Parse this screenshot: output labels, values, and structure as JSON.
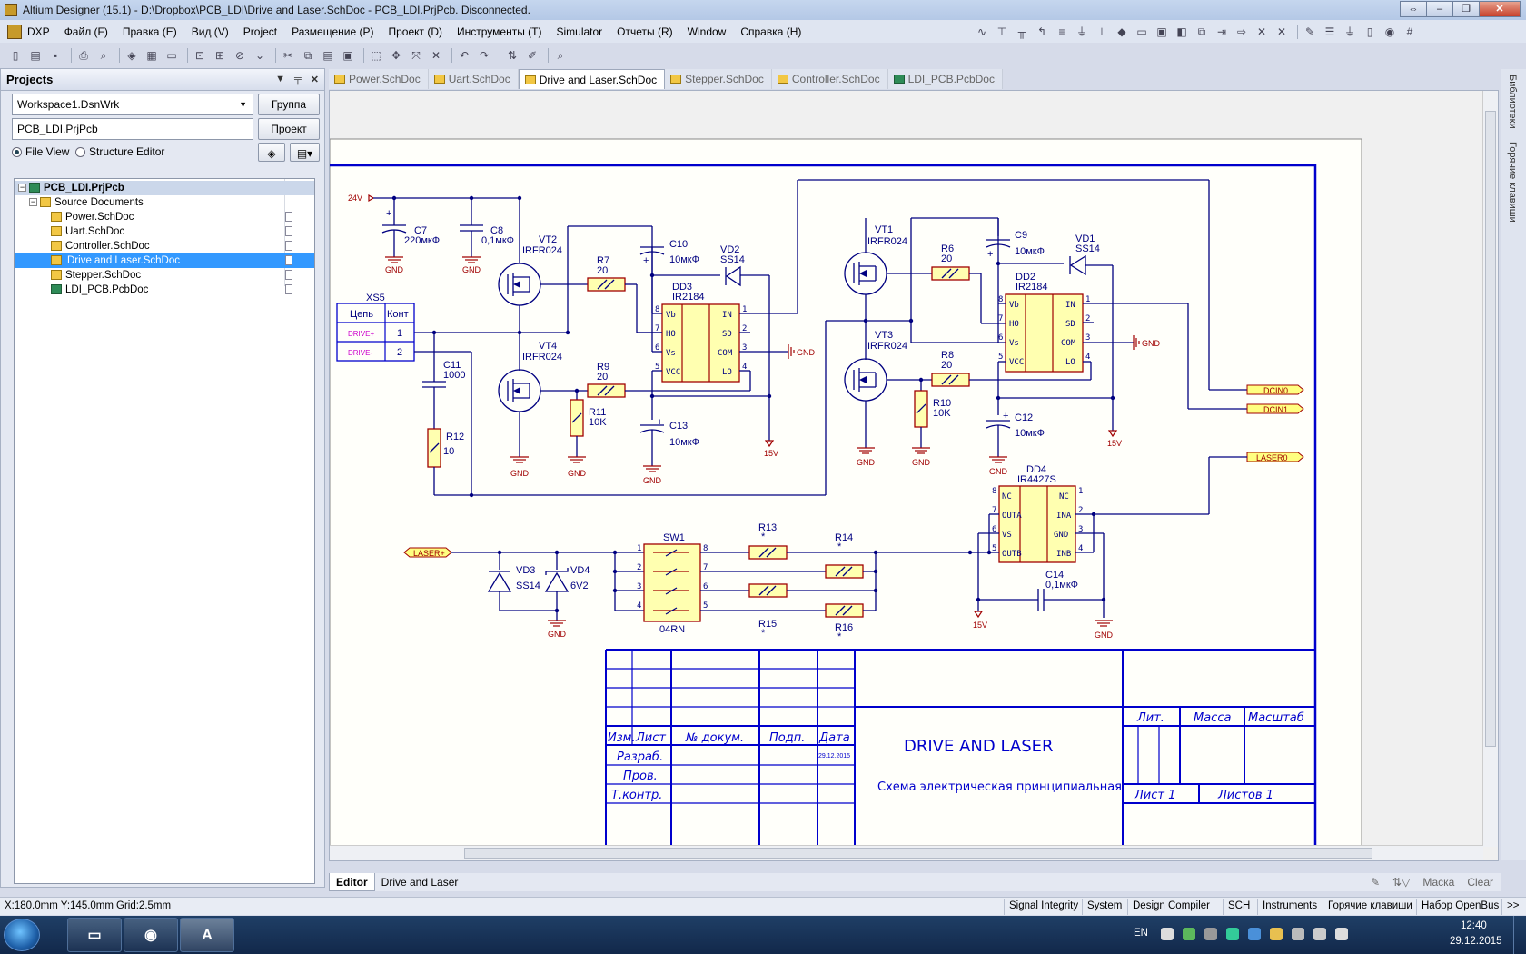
{
  "window": {
    "title": "Altium Designer (15.1) - D:\\Dropbox\\PCB_LDI\\Drive and Laser.SchDoc - PCB_LDI.PrjPcb. Disconnected."
  },
  "menu": [
    "DXP",
    "Файл (F)",
    "Правка (E)",
    "Вид (V)",
    "Project",
    "Размещение (P)",
    "Проект (D)",
    "Инструменты (T)",
    "Simulator",
    "Отчеты (R)",
    "Window",
    "Справка (H)"
  ],
  "projects_panel": {
    "title": "Projects",
    "workspace": "Workspace1.DsnWrk",
    "group_button": "Группа",
    "project": "PCB_LDI.PrjPcb",
    "project_button": "Проект",
    "file_view": "File View",
    "structure_editor": "Structure Editor",
    "tree": {
      "root": "PCB_LDI.PrjPcb",
      "folder": "Source Documents",
      "docs": [
        "Power.SchDoc",
        "Uart.SchDoc",
        "Controller.SchDoc",
        "Drive and Laser.SchDoc",
        "Stepper.SchDoc",
        "LDI_PCB.PcbDoc"
      ],
      "selected": "Drive and Laser.SchDoc"
    }
  },
  "doc_tabs": [
    "Power.SchDoc",
    "Uart.SchDoc",
    "Drive and Laser.SchDoc",
    "Stepper.SchDoc",
    "Controller.SchDoc",
    "LDI_PCB.PcbDoc"
  ],
  "active_tab": "Drive and Laser.SchDoc",
  "right_panels": [
    "Библиотеки",
    "Горячие клавиши"
  ],
  "schematic": {
    "labels": {
      "v24": "24V",
      "gnd": "GND",
      "v15": "15V",
      "c7": "C7",
      "c7v": "220мкФ",
      "c8": "C8",
      "c8v": "0,1мкФ",
      "vt2": "VT2",
      "vt2v": "IRFR024",
      "vt4": "VT4",
      "vt4v": "IRFR024",
      "vt1": "VT1",
      "vt1v": "IRFR024",
      "vt3": "VT3",
      "vt3v": "IRFR024",
      "r7": "R7",
      "r7v": "20",
      "r9": "R9",
      "r9v": "20",
      "r6": "R6",
      "r6v": "20",
      "r8": "R8",
      "r8v": "20",
      "r11": "R11",
      "r11v": "10K",
      "r10": "R10",
      "r10v": "10K",
      "r12": "R12",
      "r12v": "10",
      "c10": "C10",
      "c10v": "10мкФ",
      "c13": "C13",
      "c13v": "10мкФ",
      "c9": "C9",
      "c9v": "10мкФ",
      "c12": "C12",
      "c12v": "10мкФ",
      "c11": "C11",
      "c11v": "1000",
      "c14": "C14",
      "c14v": "0,1мкФ",
      "vd2": "VD2",
      "vd2v": "SS14",
      "vd1": "VD1",
      "vd1v": "SS14",
      "vd3": "VD3",
      "vd3v": "SS14",
      "vd4": "VD4",
      "vd4v": "6V2",
      "dd3": "DD3",
      "dd3v": "IR2184",
      "dd2": "DD2",
      "dd2v": "IR2184",
      "dd4": "DD4",
      "dd4v": "IR4427S",
      "xs5": "XS5",
      "xs5_h1": "Цепь",
      "xs5_h2": "Конт",
      "drive_p": "DRIVE+",
      "drive_m": "DRIVE-",
      "sw1": "SW1",
      "sw1v": "04RN",
      "r13": "R13",
      "r14": "R14",
      "r15": "R15",
      "r16": "R16",
      "star": "*",
      "dcin0": "DCIN0",
      "dcin1": "DCIN1",
      "laser0": "LASER0",
      "laserp": "LASER+",
      "com": "COM"
    },
    "ir2184_pins": {
      "vb": "Vb",
      "ho": "HO",
      "vs": "Vs",
      "vcc": "VCC",
      "in": "IN",
      "sd": "SD",
      "lo": "LO"
    },
    "ir4427_pins": {
      "nc": "NC",
      "outa": "OUTA",
      "vs": "VS",
      "outb": "OUTB",
      "ina": "INA",
      "gnd": "GND",
      "inb": "INB"
    },
    "title_block": {
      "title": "DRIVE AND LASER",
      "subtitle": "Схема электрическая принципиальная",
      "izm": "Изм.",
      "list": "Лист",
      "ndoc": "№ докум.",
      "podp": "Подп.",
      "data": "Дата",
      "razrab": "Разраб.",
      "prov": "Пров.",
      "tkontr": "Т.контр.",
      "date": "29.12.2015",
      "lit": "Лит.",
      "massa": "Масса",
      "masshtab": "Масштаб",
      "sheet": "Лист 1",
      "sheets": "Листов 1"
    }
  },
  "editor_tabs": {
    "editor": "Editor",
    "doc": "Drive and Laser",
    "mask": "Маска",
    "clear": "Clear"
  },
  "status": {
    "coords": "X:180.0mm Y:145.0mm",
    "grid": "Grid:2.5mm",
    "panels": [
      "Signal Integrity",
      "System",
      "Design Compiler",
      "SCH",
      "Instruments",
      "Горячие клавиши",
      "Набор OpenBus",
      ">>"
    ]
  },
  "taskbar": {
    "lang": "EN",
    "time": "12:40",
    "date": "29.12.2015"
  },
  "colors": {
    "wire": "#000080",
    "part_fill": "#ffffb0",
    "part_border": "#a00000",
    "net_label": "#a00000",
    "port_fill": "#ffff80",
    "sheet_bg": "#fffffa"
  }
}
